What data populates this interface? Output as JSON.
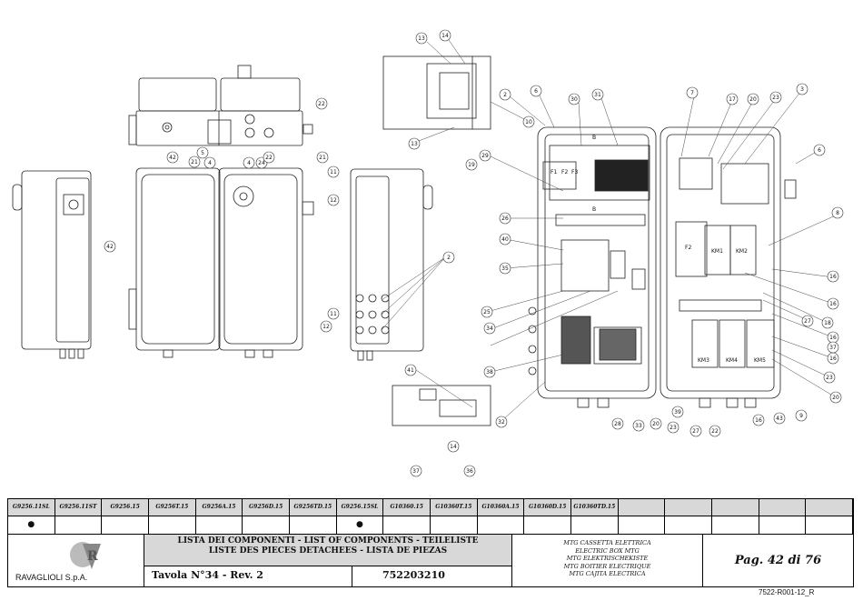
{
  "labels": {
    "l13a": "13",
    "l14a": "14",
    "l13b": "13",
    "l10": "10",
    "l2a": "2",
    "l6a": "6",
    "l30": "30",
    "l31": "31",
    "l7": "7",
    "l17": "17",
    "l20a": "20",
    "l23a": "23",
    "l3": "3",
    "l22a": "22",
    "l42a": "42",
    "l21a": "21",
    "l4a": "4",
    "l5": "5",
    "l4b": "4",
    "l24": "24",
    "l22b": "22",
    "l21b": "21",
    "l11a": "11",
    "l12a": "12",
    "l19": "19",
    "l29": "29",
    "l6b": "6",
    "l42b": "42",
    "l26": "26",
    "l40": "40",
    "l8": "8",
    "l35": "35",
    "l2b": "2",
    "l16a": "16",
    "l25": "25",
    "l16b": "16",
    "l34": "34",
    "l27a": "27",
    "l18": "18",
    "l11b": "11",
    "l12b": "12",
    "l37a": "37",
    "l16c": "16",
    "l38": "38",
    "l16d": "16",
    "l23b": "23",
    "l20b": "20",
    "l41": "41",
    "l32": "32",
    "l28": "28",
    "l33": "33",
    "l20c": "20",
    "l23c": "23",
    "l39": "39",
    "l27b": "27",
    "l22c": "22",
    "l16e": "16",
    "l43": "43",
    "l9": "9",
    "l14b": "14",
    "l37b": "37",
    "l36": "36",
    "f1": "F1",
    "f2": "F2",
    "f3": "F3",
    "bA": "B",
    "bB": "B",
    "fbig": "F2",
    "km1": "KM1",
    "km2": "KM2",
    "km3": "KM3",
    "km4": "KM4",
    "km5": "KM5"
  },
  "models": [
    {
      "code": "G9256.11SL",
      "mark": "●"
    },
    {
      "code": "G9256.11ST",
      "mark": ""
    },
    {
      "code": "G9256.15",
      "mark": ""
    },
    {
      "code": "G9256T.15",
      "mark": ""
    },
    {
      "code": "G9256A.15",
      "mark": ""
    },
    {
      "code": "G9256D.15",
      "mark": ""
    },
    {
      "code": "G9256TD.15",
      "mark": ""
    },
    {
      "code": "G9256.15SL",
      "mark": "●"
    },
    {
      "code": "G10360.15",
      "mark": ""
    },
    {
      "code": "G10360T.15",
      "mark": ""
    },
    {
      "code": "G10360A.15",
      "mark": ""
    },
    {
      "code": "G10360D.15",
      "mark": ""
    },
    {
      "code": "G10360TD.15",
      "mark": ""
    },
    {
      "code": "",
      "mark": ""
    },
    {
      "code": "",
      "mark": ""
    },
    {
      "code": "",
      "mark": ""
    },
    {
      "code": "",
      "mark": ""
    },
    {
      "code": "",
      "mark": ""
    }
  ],
  "company": "RAVAGLIOLI S.p.A.",
  "title_lines": [
    "LISTA DEI COMPONENTI - LIST OF COMPONENTS - TEILELISTE",
    "LISTE DES PIECES DETACHEES - LISTA DE PIEZAS"
  ],
  "tavola": "Tavola N°34 - Rev. 2",
  "code": "752203210",
  "description": [
    "MTG CASSETTA ELETTRICA",
    "ELECTRIC BOX  MTG",
    "MTG ELEKTRISCHEKISTE",
    "MTG BOITIER ELECTRIQUE",
    "MTG CAJITA ELECTRICA"
  ],
  "page": "Pag. 42 di 76",
  "doc_ref": "7522-R001-12_R"
}
